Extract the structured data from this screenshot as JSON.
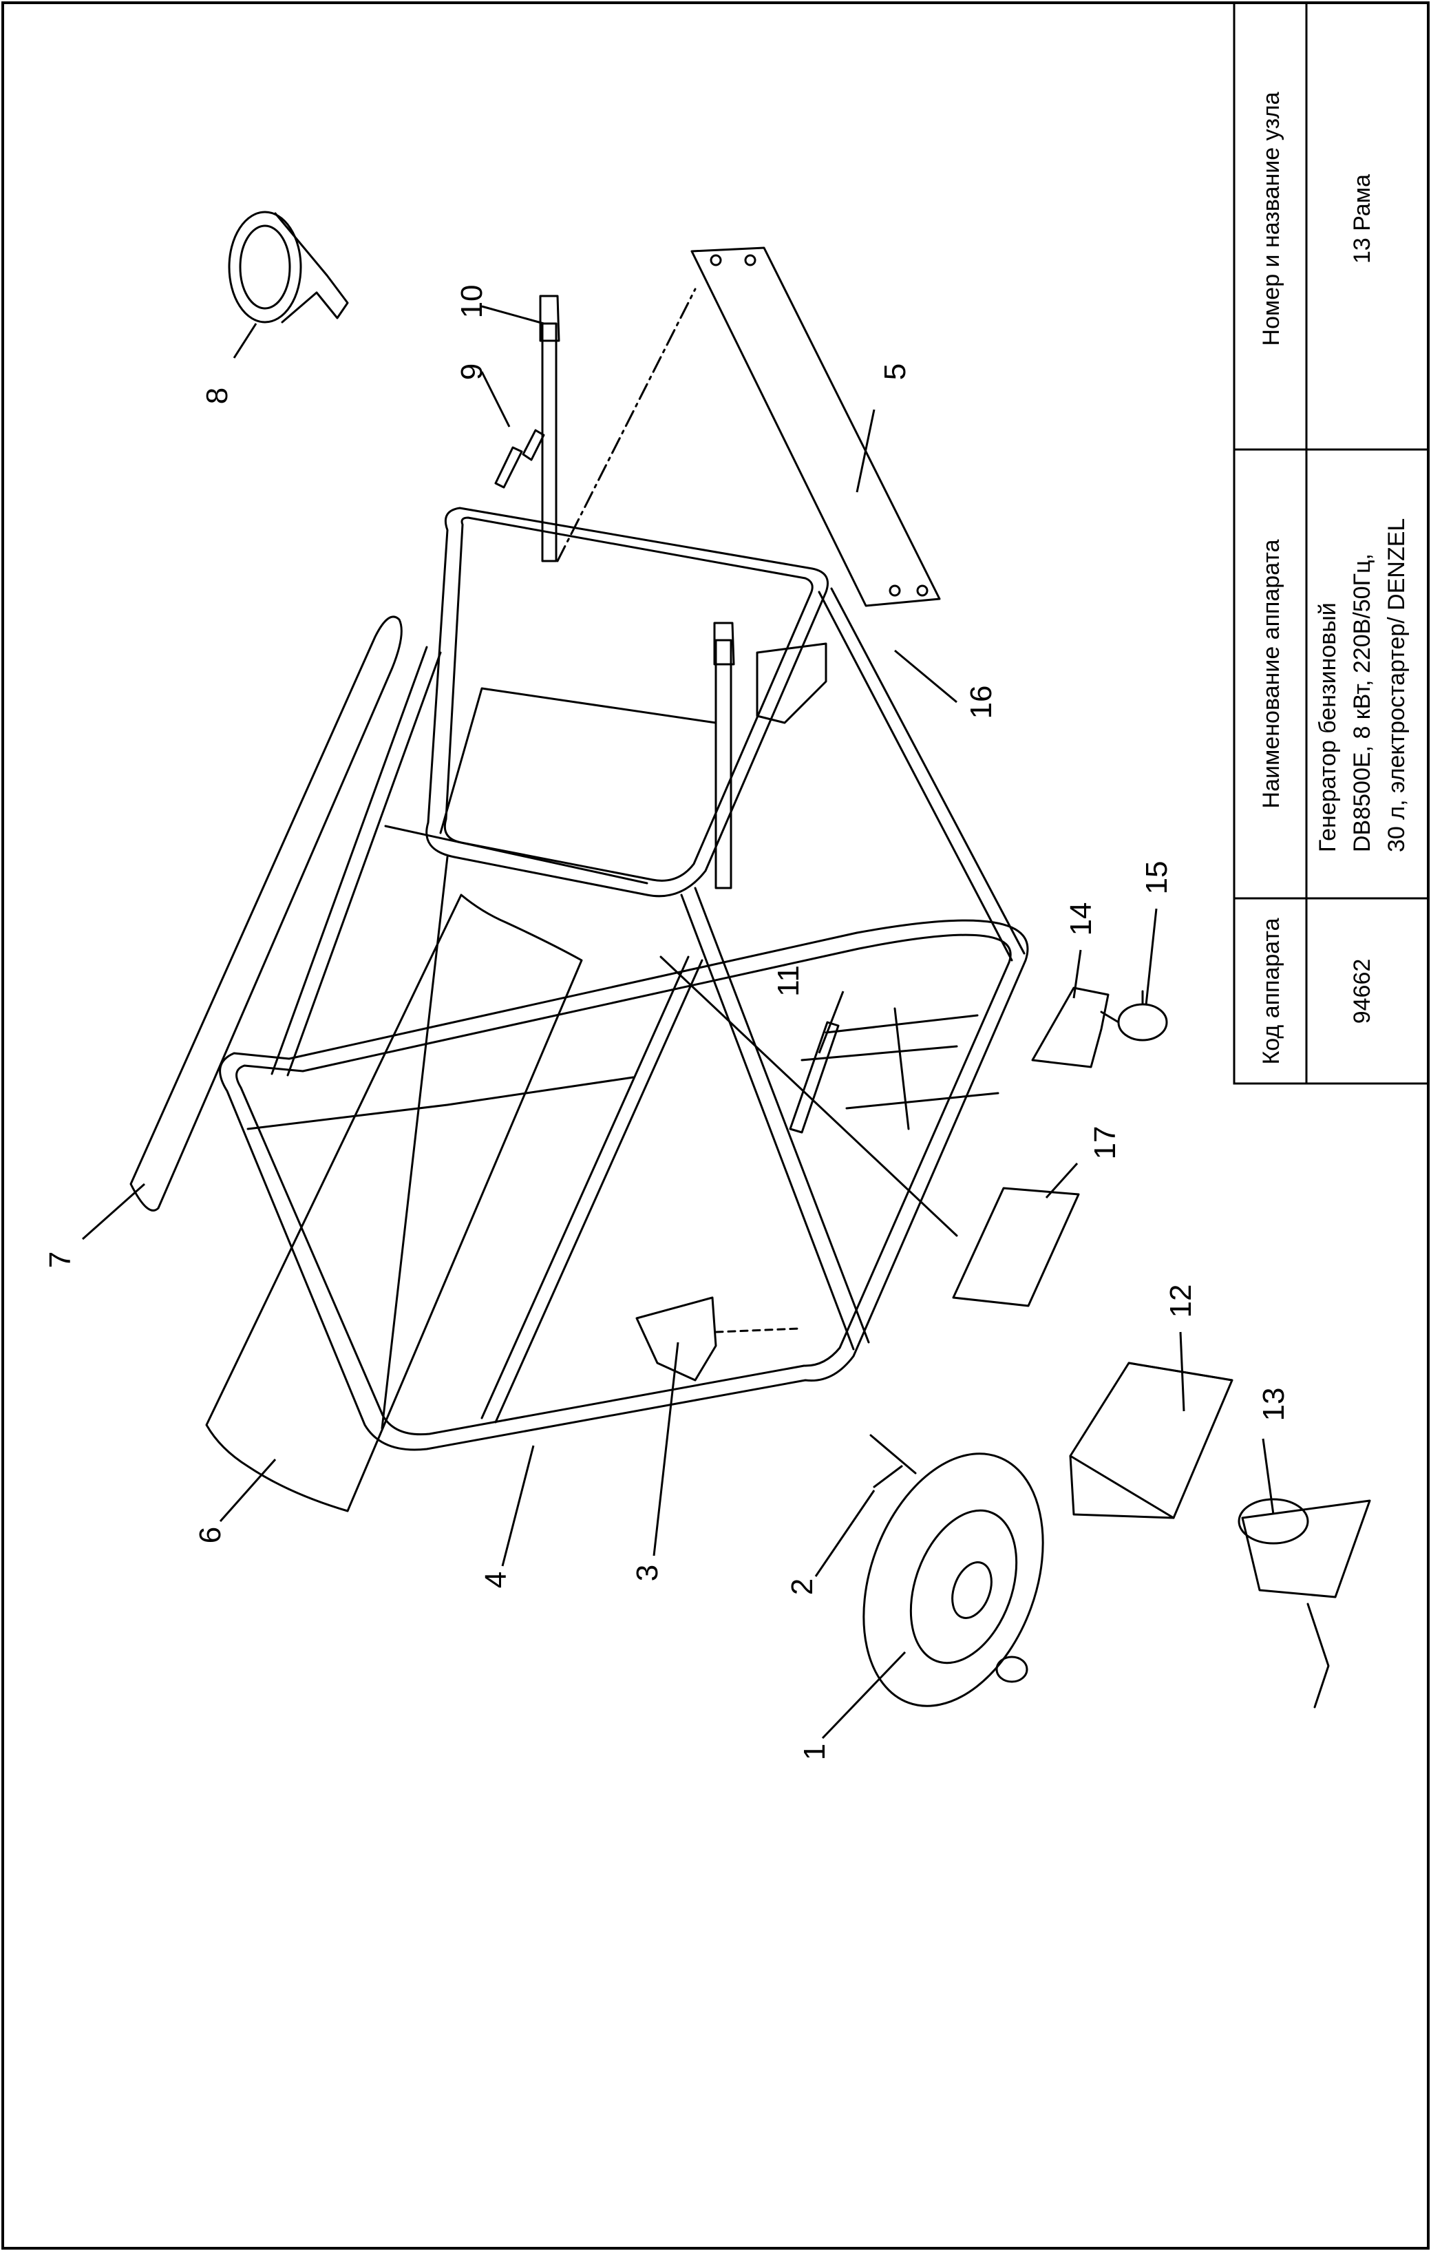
{
  "title_block": {
    "col_code_header": "Код аппарата",
    "col_code_value": "94662",
    "col_name_header": "Наименование аппарата",
    "col_name_value_lines": [
      "Генератор бензиновый",
      "DB8500E, 8 кВт, 220В/50Гц,",
      "30 л, электростартер/ DENZEL"
    ],
    "col_node_header": "Номер и название узла",
    "col_node_value": "13 Рама"
  },
  "callouts": [
    "1",
    "2",
    "3",
    "4",
    "5",
    "6",
    "7",
    "8",
    "9",
    "10",
    "11",
    "12",
    "13",
    "14",
    "15",
    "16",
    "17"
  ]
}
